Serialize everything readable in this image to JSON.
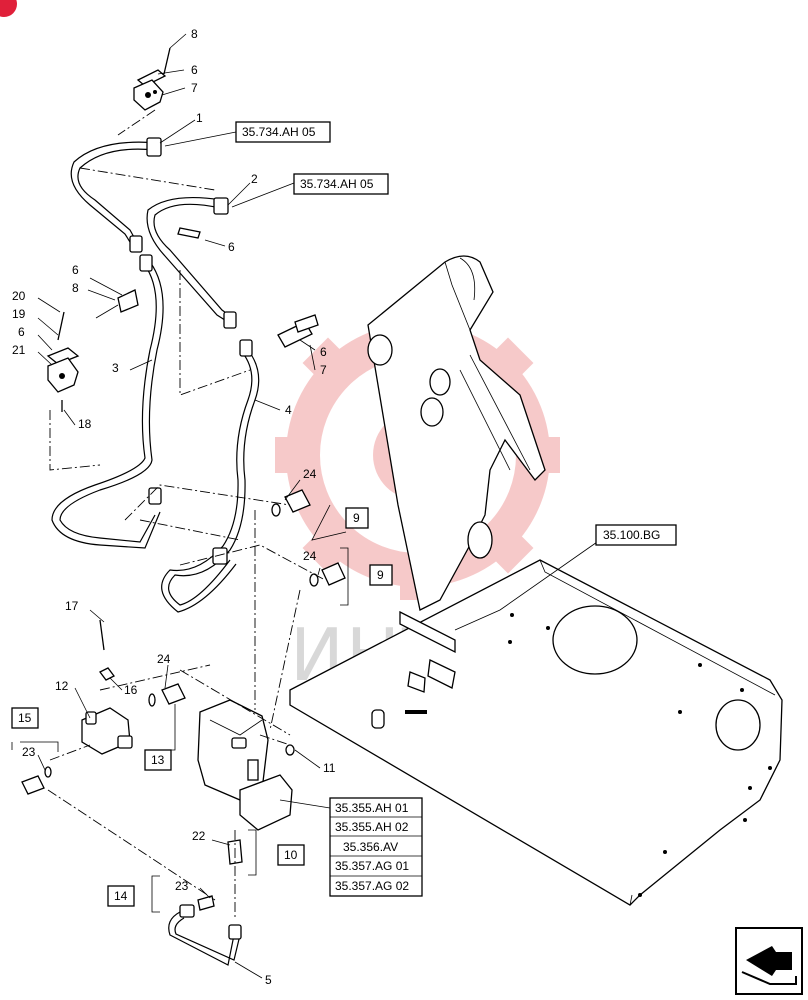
{
  "watermark": "ИНТЕХ",
  "callouts": [
    {
      "id": "c8a",
      "text": "8"
    },
    {
      "id": "c6a",
      "text": "6"
    },
    {
      "id": "c7a",
      "text": "7"
    },
    {
      "id": "c1",
      "text": "1"
    },
    {
      "id": "c2",
      "text": "2"
    },
    {
      "id": "c6b",
      "text": "6"
    },
    {
      "id": "c6c",
      "text": "6"
    },
    {
      "id": "c8b",
      "text": "8"
    },
    {
      "id": "c20",
      "text": "20"
    },
    {
      "id": "c19",
      "text": "19"
    },
    {
      "id": "c6d",
      "text": "6"
    },
    {
      "id": "c21",
      "text": "21"
    },
    {
      "id": "c3",
      "text": "3"
    },
    {
      "id": "c18",
      "text": "18"
    },
    {
      "id": "c6e",
      "text": "6"
    },
    {
      "id": "c7b",
      "text": "7"
    },
    {
      "id": "c4",
      "text": "4"
    },
    {
      "id": "c24a",
      "text": "24"
    },
    {
      "id": "c24b",
      "text": "24"
    },
    {
      "id": "c17",
      "text": "17"
    },
    {
      "id": "c24c",
      "text": "24"
    },
    {
      "id": "c12",
      "text": "12"
    },
    {
      "id": "c16",
      "text": "16"
    },
    {
      "id": "c23a",
      "text": "23"
    },
    {
      "id": "c11",
      "text": "11"
    },
    {
      "id": "c22",
      "text": "22"
    },
    {
      "id": "c23b",
      "text": "23"
    },
    {
      "id": "c5",
      "text": "5"
    }
  ],
  "boxed_numbers": [
    {
      "id": "b9a",
      "text": "9"
    },
    {
      "id": "b9b",
      "text": "9"
    },
    {
      "id": "b15",
      "text": "15"
    },
    {
      "id": "b13",
      "text": "13"
    },
    {
      "id": "b10",
      "text": "10"
    },
    {
      "id": "b14",
      "text": "14"
    }
  ],
  "references": {
    "ref_top1": "35.734.AH 05",
    "ref_top2": "35.734.AH 05",
    "ref_frame": "35.100.BG",
    "ref_stack": [
      "35.355.AH 01",
      "35.355.AH 02",
      "35.356.AV",
      "35.357.AG 01",
      "35.357.AG 02"
    ]
  },
  "nav": {
    "icon": "next-page-arrow-icon"
  },
  "colors": {
    "watermark_gear": "#f4b8b8",
    "corner_badge": "#e0203a",
    "line": "#000000"
  }
}
